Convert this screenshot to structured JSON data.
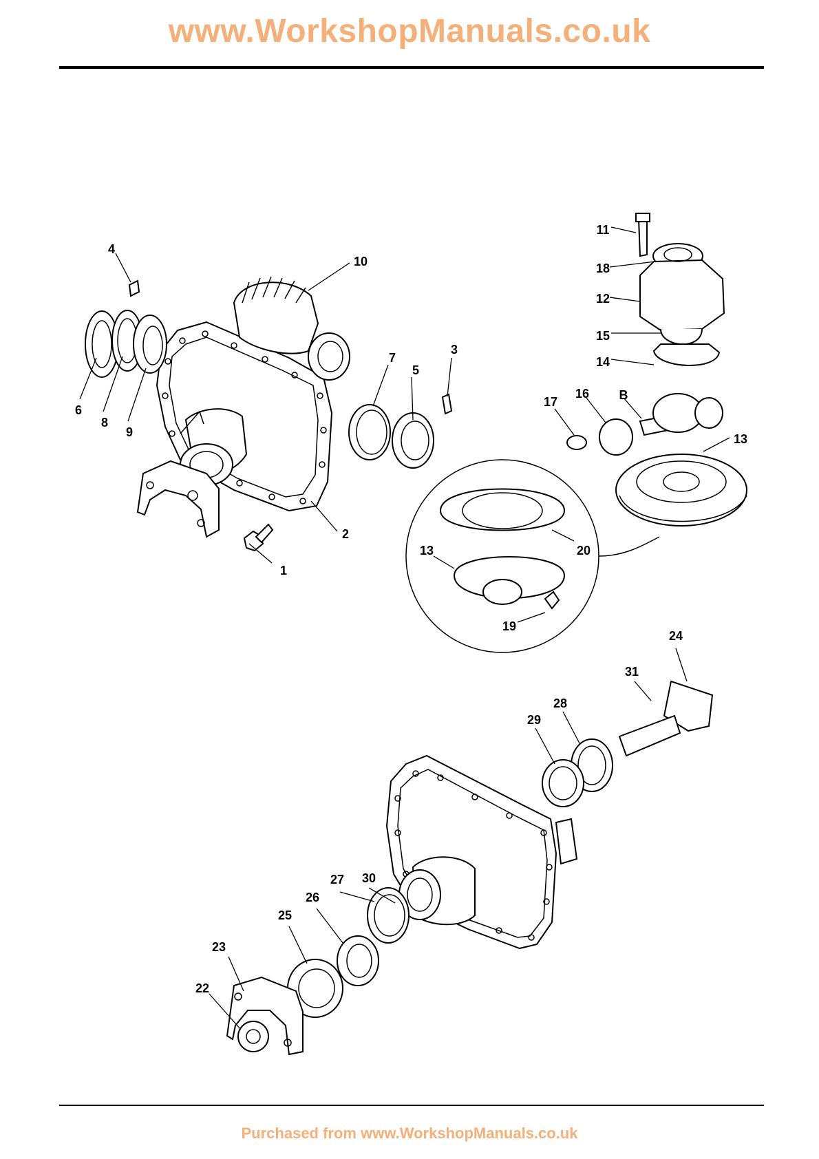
{
  "header": {
    "title": "www.WorkshopManuals.co.uk"
  },
  "footer": {
    "text": "Purchased from www.WorkshopManuals.co.uk"
  },
  "colors": {
    "brand": "#f5b07a",
    "line": "#000000"
  },
  "callouts": [
    "1",
    "2",
    "3",
    "4",
    "5",
    "6",
    "7",
    "8",
    "9",
    "10",
    "11",
    "18",
    "12",
    "15",
    "14",
    "17",
    "16",
    "B",
    "13",
    "20",
    "13",
    "19",
    "24",
    "31",
    "28",
    "29",
    "27",
    "30",
    "26",
    "25",
    "23",
    "22"
  ]
}
